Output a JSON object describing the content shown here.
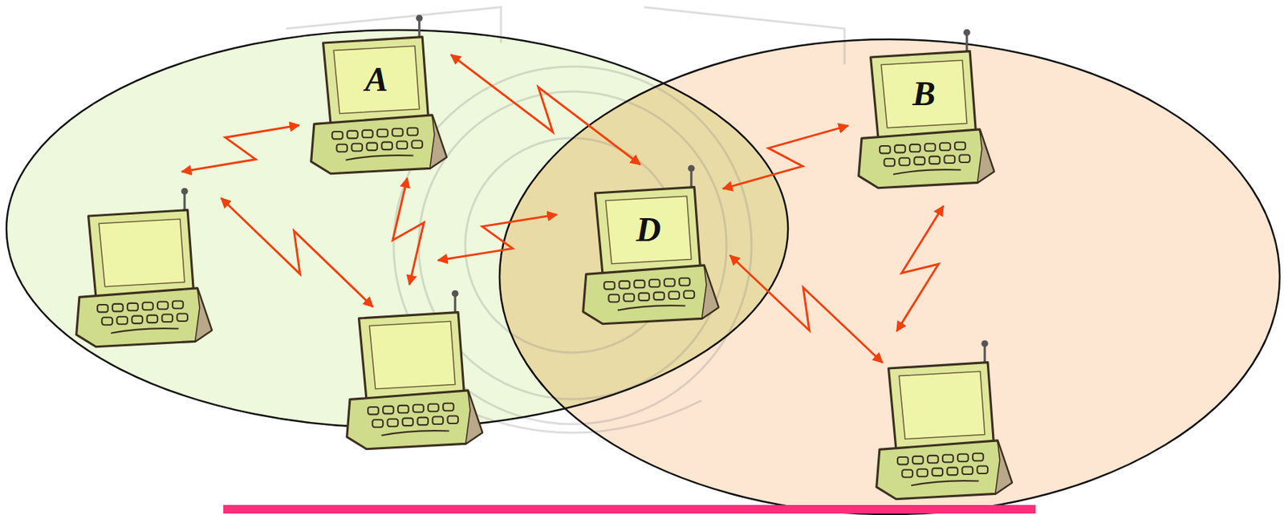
{
  "diagram": {
    "nodes": [
      {
        "text": [
          "A"
        ]
      },
      {
        "text": [
          "B"
        ]
      },
      {
        "text": [
          "D"
        ]
      }
    ],
    "edges": [
      {
        "from": 0,
        "to": 2,
        "arrow": "both"
      },
      {
        "from": 2,
        "to": 1,
        "arrow": "both"
      }
    ]
  }
}
